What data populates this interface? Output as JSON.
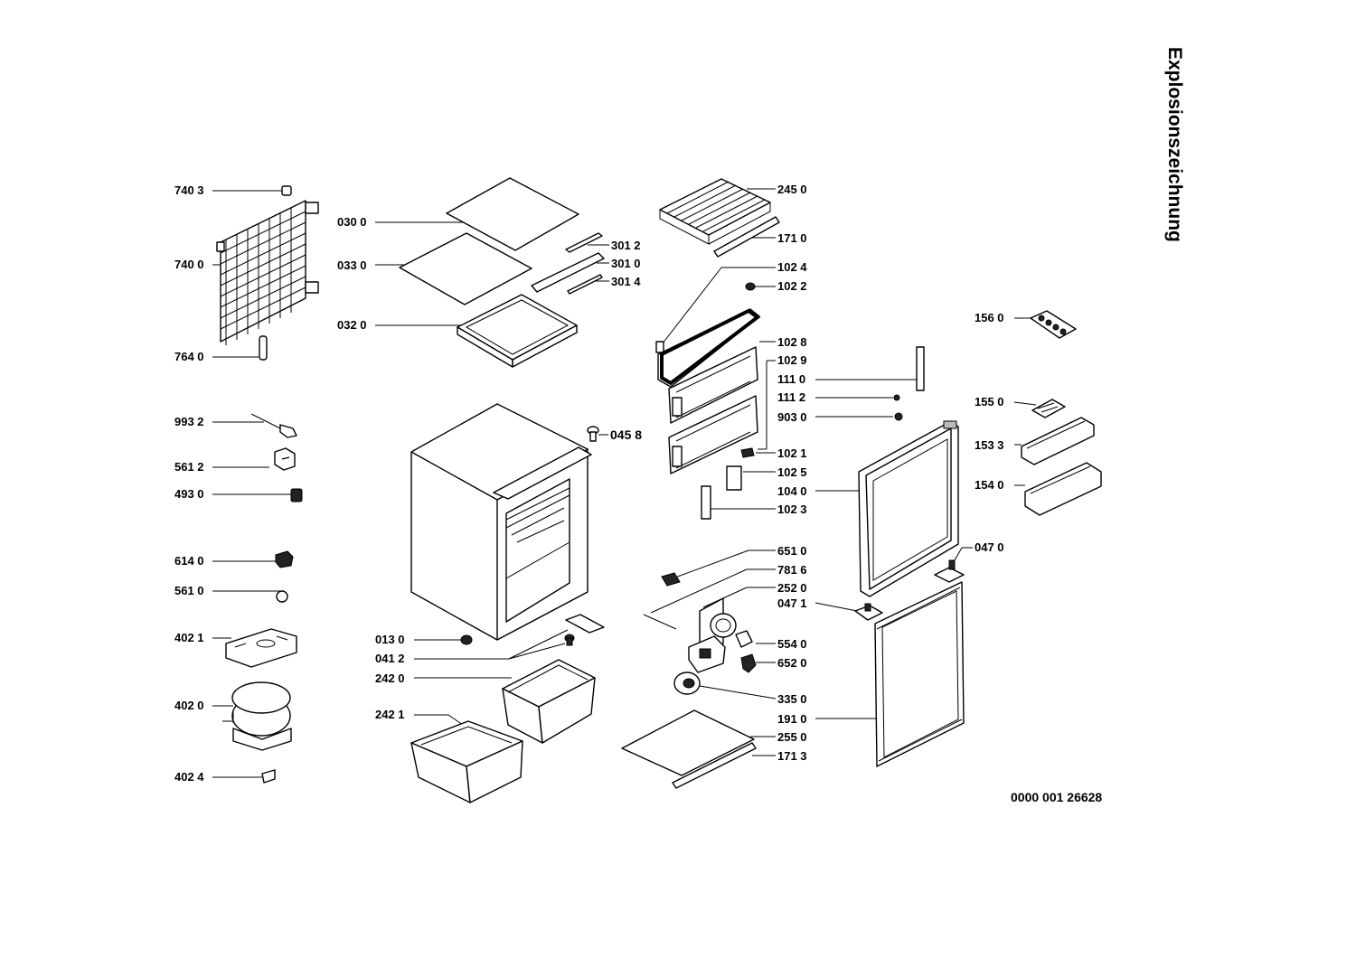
{
  "title": "Explosionszeichnung",
  "drawing_number": "0000 001 26628",
  "parts": [
    {
      "id": "p7403",
      "label": "740 3"
    },
    {
      "id": "p7400",
      "label": "740 0"
    },
    {
      "id": "p7640",
      "label": "764 0"
    },
    {
      "id": "p9932",
      "label": "993 2"
    },
    {
      "id": "p5612",
      "label": "561 2"
    },
    {
      "id": "p4930",
      "label": "493 0"
    },
    {
      "id": "p6140",
      "label": "614 0"
    },
    {
      "id": "p5610",
      "label": "561 0"
    },
    {
      "id": "p4021",
      "label": "402 1"
    },
    {
      "id": "p4020",
      "label": "402 0"
    },
    {
      "id": "p4024",
      "label": "402 4"
    },
    {
      "id": "p0300",
      "label": "030 0"
    },
    {
      "id": "p0330",
      "label": "033 0"
    },
    {
      "id": "p0320",
      "label": "032 0"
    },
    {
      "id": "p3012",
      "label": "301 2"
    },
    {
      "id": "p3010",
      "label": "301 0"
    },
    {
      "id": "p3014",
      "label": "301 4"
    },
    {
      "id": "p0458",
      "label": "045 8"
    },
    {
      "id": "p0130",
      "label": "013 0"
    },
    {
      "id": "p0412",
      "label": "041 2"
    },
    {
      "id": "p2420",
      "label": "242 0"
    },
    {
      "id": "p2421",
      "label": "242 1"
    },
    {
      "id": "p2450",
      "label": "245 0"
    },
    {
      "id": "p1710",
      "label": "171 0"
    },
    {
      "id": "p1024",
      "label": "102 4"
    },
    {
      "id": "p1022",
      "label": "102 2"
    },
    {
      "id": "p1028",
      "label": "102 8"
    },
    {
      "id": "p1029",
      "label": "102 9"
    },
    {
      "id": "p1110",
      "label": "111 0"
    },
    {
      "id": "p1112",
      "label": "111 2"
    },
    {
      "id": "p9030",
      "label": "903 0"
    },
    {
      "id": "p1021",
      "label": "102 1"
    },
    {
      "id": "p1025",
      "label": "102 5"
    },
    {
      "id": "p1040",
      "label": "104 0"
    },
    {
      "id": "p1023",
      "label": "102 3"
    },
    {
      "id": "p6510",
      "label": "651 0"
    },
    {
      "id": "p7816",
      "label": "781 6"
    },
    {
      "id": "p2520",
      "label": "252 0"
    },
    {
      "id": "p0471",
      "label": "047 1"
    },
    {
      "id": "p5540",
      "label": "554 0"
    },
    {
      "id": "p6520",
      "label": "652 0"
    },
    {
      "id": "p3350",
      "label": "335 0"
    },
    {
      "id": "p1910",
      "label": "191 0"
    },
    {
      "id": "p2550",
      "label": "255 0"
    },
    {
      "id": "p1713",
      "label": "171 3"
    },
    {
      "id": "p1560",
      "label": "156 0"
    },
    {
      "id": "p1550",
      "label": "155 0"
    },
    {
      "id": "p1533",
      "label": "153 3"
    },
    {
      "id": "p1540",
      "label": "154 0"
    },
    {
      "id": "p0470",
      "label": "047 0"
    }
  ]
}
